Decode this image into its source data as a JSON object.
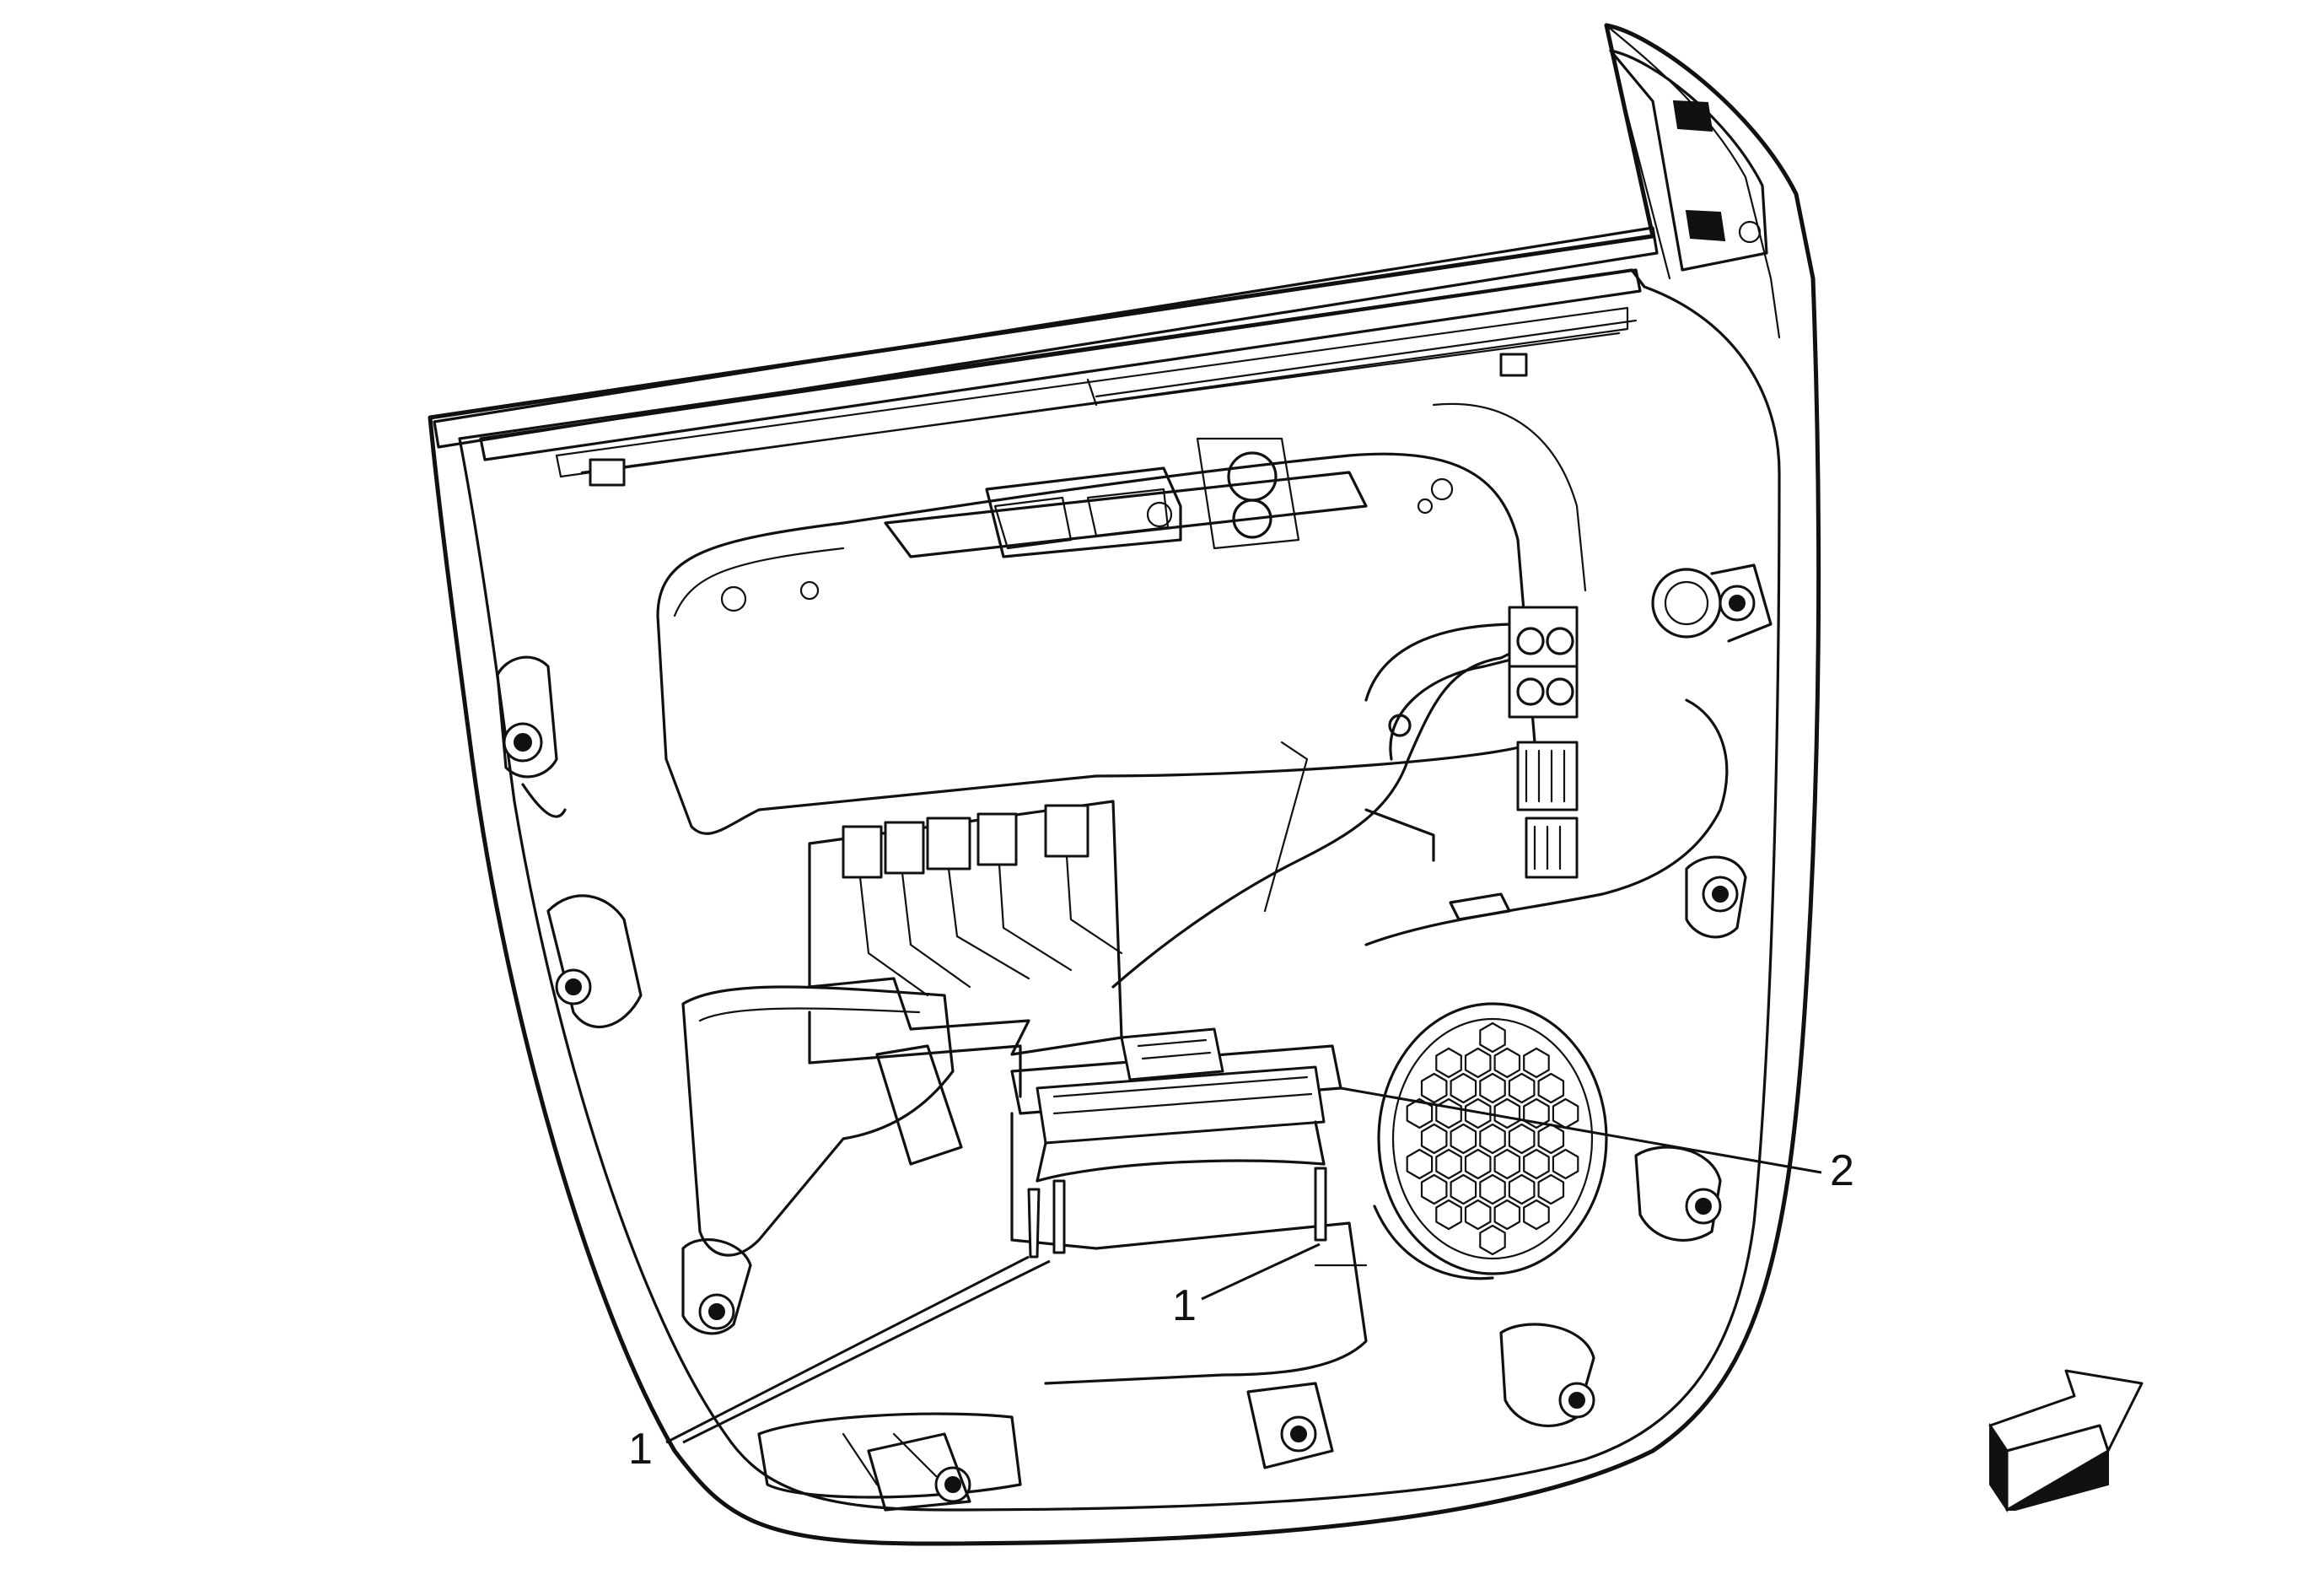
{
  "callouts": [
    {
      "id": "fastener-1a",
      "label": "1"
    },
    {
      "id": "fastener-1b",
      "label": "1"
    },
    {
      "id": "module-2",
      "label": "2"
    }
  ],
  "icons": {
    "direction_arrow": "forward-direction-arrow-icon"
  },
  "colors": {
    "line": "#111111",
    "background": "#ffffff"
  }
}
